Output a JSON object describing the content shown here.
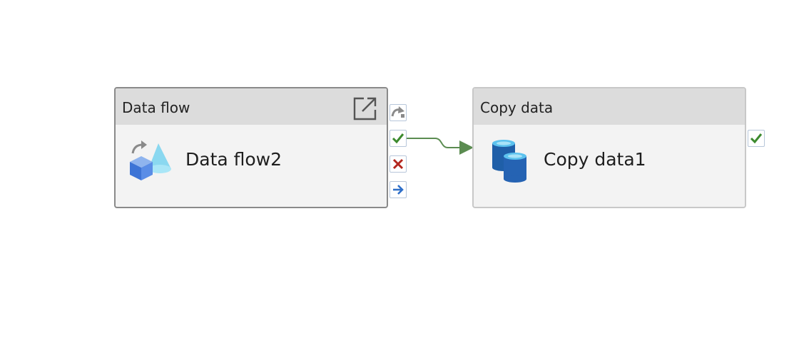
{
  "activities": [
    {
      "id": "dataflow",
      "type_label": "Data flow",
      "name": "Data flow2",
      "icon": "data-flow-icon",
      "has_open_icon": true
    },
    {
      "id": "copydata",
      "type_label": "Copy data",
      "name": "Copy data1",
      "icon": "copy-data-database-icon",
      "has_open_icon": false
    }
  ],
  "ports": [
    "skipped-port",
    "success-port",
    "failure-port",
    "completion-port"
  ],
  "connector": {
    "from": "Data flow2",
    "to": "Copy data1",
    "condition": "success",
    "color": "#5b8c51"
  },
  "colors": {
    "success": "#3c8a2e",
    "failure": "#b3261e",
    "completion": "#2f6fc9",
    "skipped": "#8a8a8a",
    "database": "#1f5fa8"
  }
}
